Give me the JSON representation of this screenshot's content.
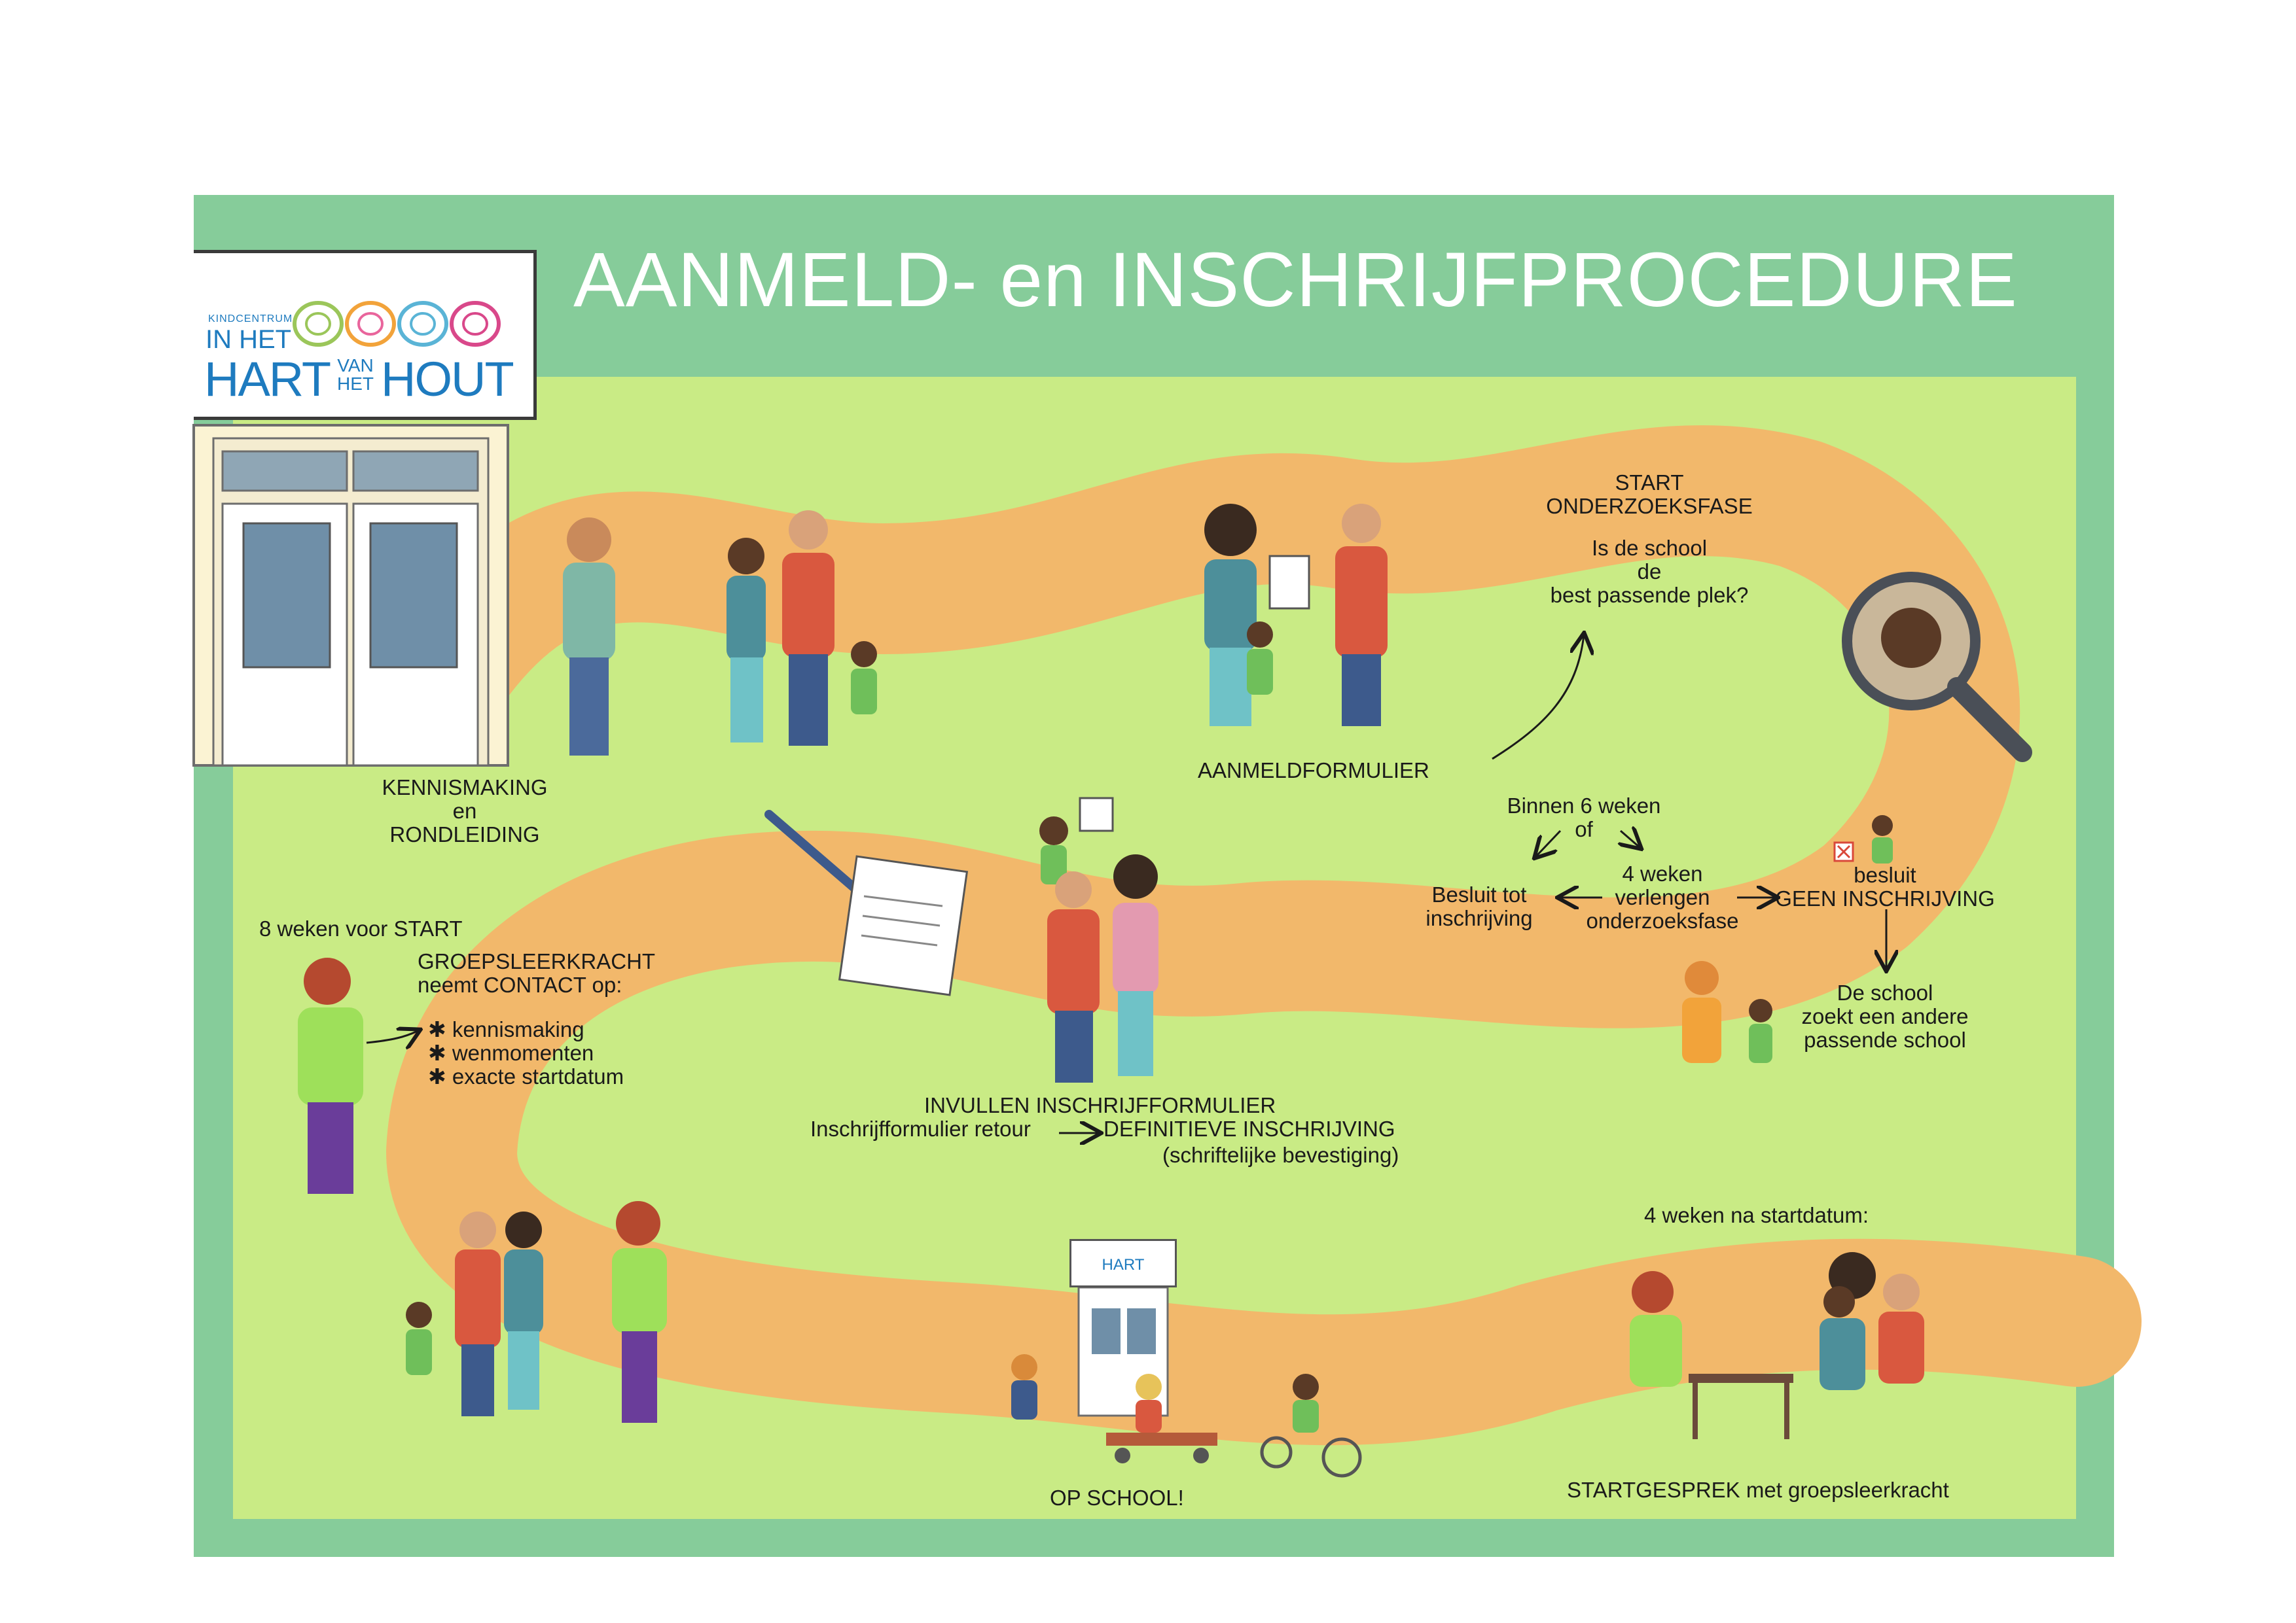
{
  "header": {
    "title": "AANMELD- en INSCHRIJFPROCEDURE"
  },
  "logo": {
    "kindcentrum": "KINDCENTRUM",
    "in_het": "IN HET",
    "hart": "HART",
    "van_het": "VAN HET",
    "hout": "HOUT",
    "ring_colors": [
      "#9bc65a",
      "#f2a33a",
      "#e9659c",
      "#5ab4d6",
      "#d9488a"
    ]
  },
  "colors": {
    "frame": "#86cc9a",
    "field": "#c9eb85",
    "path": "#f2b86b",
    "accent_text": "#1e7bbf"
  },
  "steps": {
    "kennismaking": "KENNISMAKING\nen\nRONDLEIDING",
    "aanmeldformulier": "AANMELDFORMULIER",
    "start_onderzoeksfase": "START\nONDERZOEKSFASE",
    "school_question": "Is de school\nde\nbest passende plek?",
    "binnen": "Binnen 6 weken\nof",
    "verlengen": "4 weken\nverlengen\nonderzoeksfase",
    "besluit_tot": "Besluit tot\ninschrijving",
    "besluit_geen": "besluit\nGEEN INSCHRIJVING",
    "andere_school": "De school\nzoekt een andere\npassende school",
    "invullen_title": "INVULLEN INSCHRIJFFORMULIER",
    "retour": "Inschrijfformulier retour",
    "definitief": "DEFINITIEVE INSCHRIJVING",
    "bevestiging": "(schriftelijke bevestiging)",
    "acht_weken": "8 weken voor START",
    "groepsleerkracht": "GROEPSLEERKRACHT\nneemt CONTACT op:",
    "contact_items": [
      "kennismaking",
      "wenmomenten",
      "exacte startdatum"
    ],
    "op_school": "OP SCHOOL!",
    "vier_weken_na": "4 weken na startdatum:",
    "startgesprek": "STARTGESPREK met groepsleerkracht"
  },
  "icons": [
    "door-icon",
    "magnifier-icon",
    "pen-icon",
    "form-icon",
    "cross-box-icon",
    "star-bullet-icon",
    "arrow-icon"
  ]
}
